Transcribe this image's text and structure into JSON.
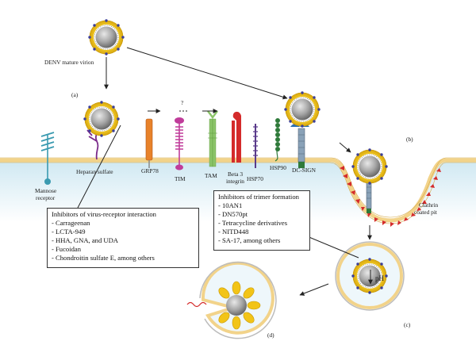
{
  "labels": {
    "virion": "DENV mature virion",
    "a": "(a)",
    "b": "(b)",
    "c": "(c)",
    "d": "(d)",
    "question": "?",
    "mannose": [
      "Mannose",
      "receptor"
    ],
    "heparan": "Heparan sulfate",
    "grp78": "GRP78",
    "tim": "TIM",
    "tam": "TAM",
    "beta3": [
      "Beta 3",
      "integrin"
    ],
    "hsp70": "HSP70",
    "hsp90": "HSP90",
    "dcsign": "DC-SIGN",
    "clathrin": [
      "Clathrin",
      "coated pit"
    ],
    "ph": "pH"
  },
  "box_receptor": {
    "title": "Inhibitors of virus-receptor interaction",
    "items": [
      "- Carrageenan",
      "- LCTA-949",
      "- HHA, GNA, and UDA",
      "- Fucoidan",
      "- Chondroitin sulfate E, among others"
    ]
  },
  "box_trimer": {
    "title": "Inhibitors of trimer formation",
    "items": [
      "- 10AN1",
      "- DN570pt",
      "- Tetracycline derivatives",
      "- NITD448",
      "- SA-17, among others"
    ]
  },
  "colors": {
    "membrane_fill": "#d8ecf4",
    "membrane_band": "#f2d38a",
    "envelope": "#f2c417",
    "core": "#9a9a9a",
    "grp78": "#e8822a",
    "tim": "#c03c9a",
    "tam": "#8cc46a",
    "beta3": "#d42b2b",
    "hsp70": "#5a3a8a",
    "hsp90": "#2f7a3a",
    "dcsign": "#2d6fb0",
    "clathrin": "#d42b2b",
    "heparan": "#7a2a8a",
    "mannose": "#3a9ab0"
  }
}
